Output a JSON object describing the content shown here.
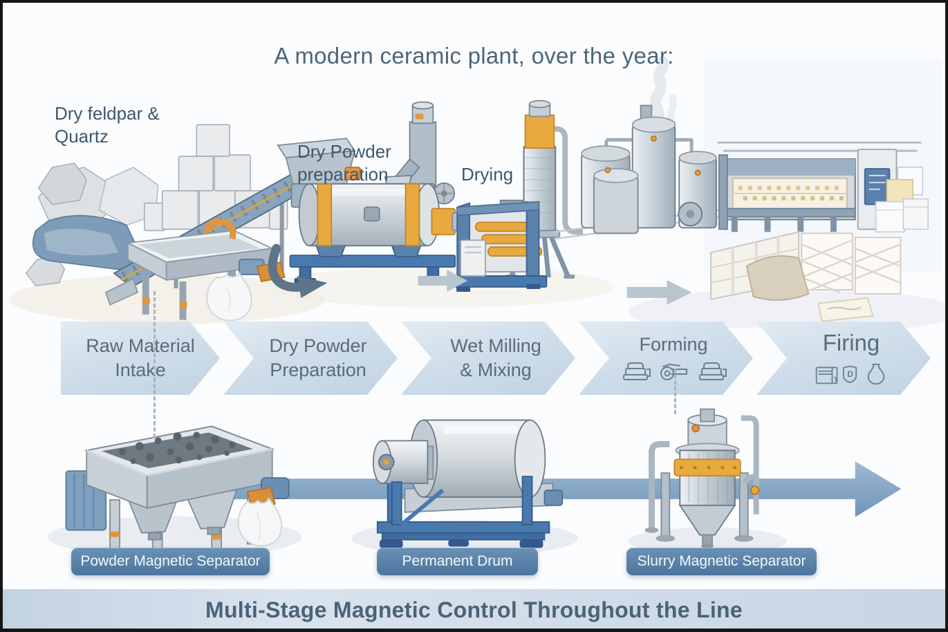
{
  "header": {
    "title": "A modern ceramic plant, over the year:"
  },
  "scene_labels": {
    "raw_material": {
      "line1": "Dry feldpar &",
      "line2": "Quartz"
    },
    "dry_powder": {
      "line1": "Dry Powder",
      "line2": "preparation"
    },
    "drying": {
      "line1": "Drying"
    }
  },
  "process_banner": {
    "stages": [
      {
        "line1": "Raw Material",
        "line2": "Intake"
      },
      {
        "line1": "Dry Powder",
        "line2": "Preparation"
      },
      {
        "line1": "Wet Milling",
        "line2": "& Mixing"
      },
      {
        "line1": "Forming",
        "icons": [
          "press-icon",
          "roller-press-icon",
          "press-icon"
        ]
      },
      {
        "line1": "Firing",
        "icons": [
          "kiln-icon",
          "shield-d-badge-icon",
          "ceramic-pot-icon"
        ],
        "badge_letter": "D"
      }
    ]
  },
  "equipment_tags": [
    {
      "label": "Powder Magnetic Separator"
    },
    {
      "label": "Permanent Drum"
    },
    {
      "label": "Slurry Magnetic Separator"
    }
  ],
  "footer": {
    "title": "Multi-Stage Magnetic Control Throughout the Line"
  },
  "colors": {
    "text_primary": "#4d6679",
    "banner_text": "#596b7b",
    "chevron_fill": "#cedde9",
    "tag_background": "#4c759d",
    "flow_arrow_blue": "#7fa4c4",
    "machine_yellow": "#e8a93f",
    "machine_blue": "#4a79ae",
    "footer_band": "#cfdbe8"
  }
}
